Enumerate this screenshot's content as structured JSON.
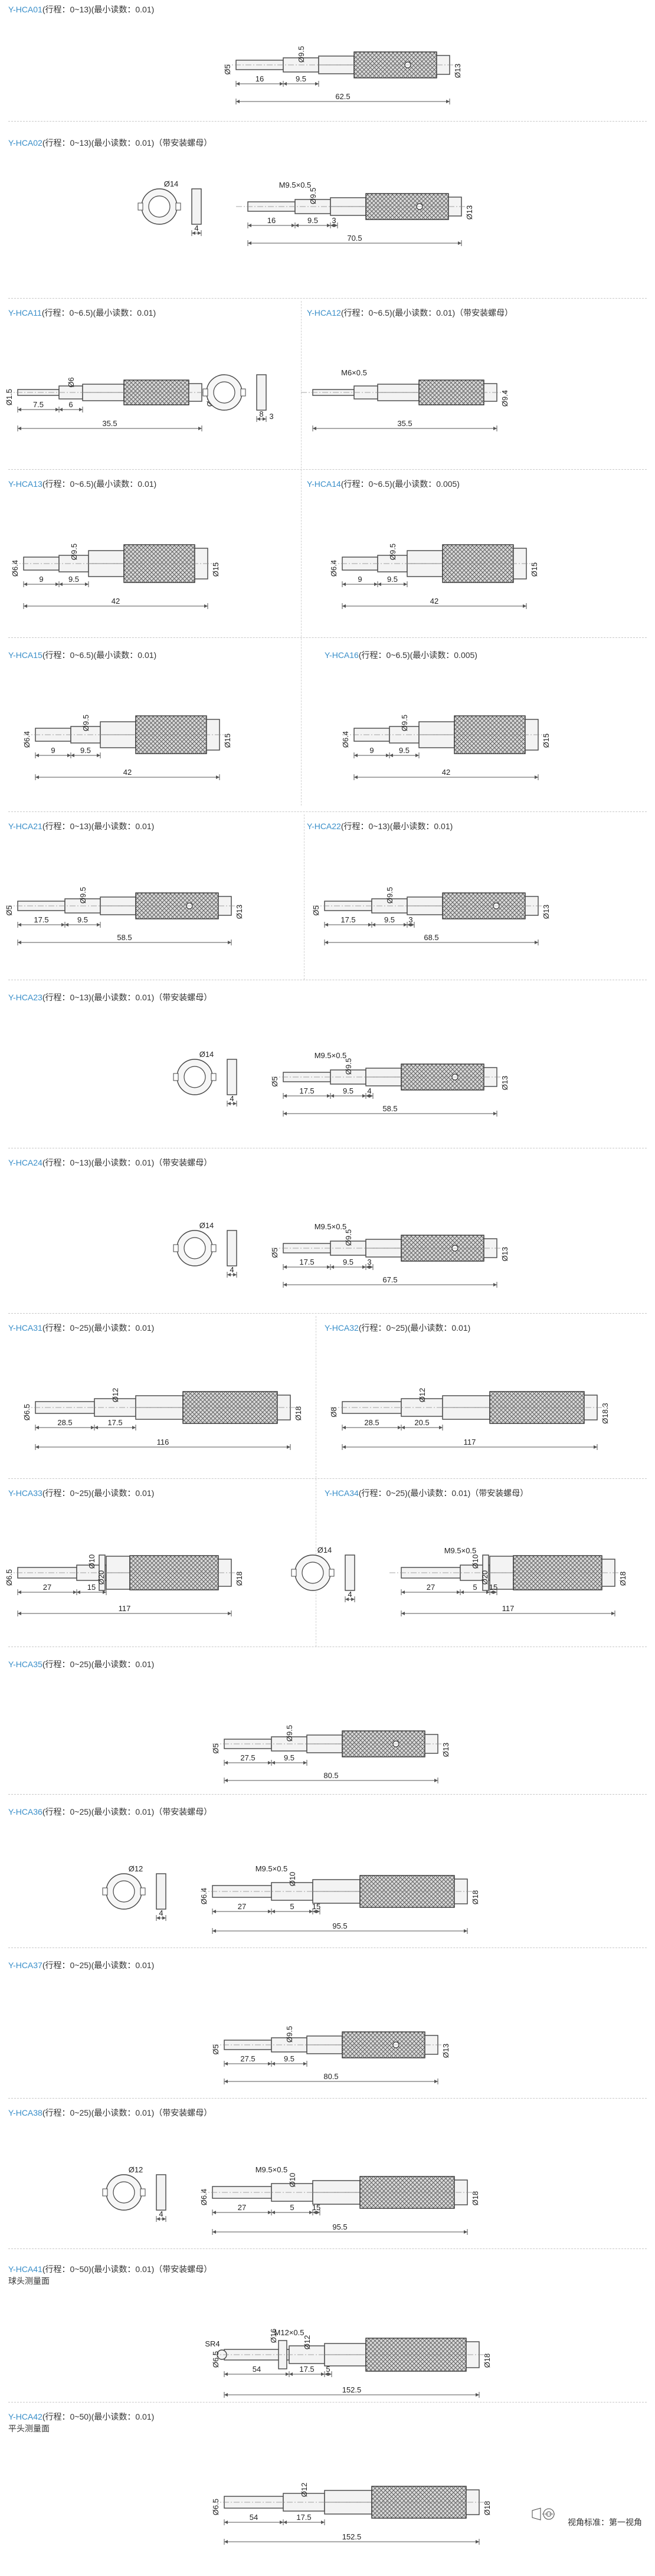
{
  "products": [
    {
      "code": "Y-HCA01",
      "spec": "(行程：0~13)(最小读数：0.01)",
      "dims": {
        "d_left": "Ø5",
        "d_mid": "Ø9.5",
        "d_right": "Ø13",
        "l1": "16",
        "l2": "9.5",
        "total": "62.5"
      }
    },
    {
      "code": "Y-HCA02",
      "spec": "(行程：0~13)(最小读数：0.01)（带安装螺母）",
      "dims": {
        "nut_d": "Ø14",
        "nut_w": "4",
        "thread": "M9.5×0.5",
        "d_mid": "Ø9.5",
        "d_right": "Ø13",
        "l1": "16",
        "l2": "9.5",
        "l3": "3",
        "total": "70.5"
      }
    },
    {
      "code": "Y-HCA11",
      "spec": "(行程：0~6.5)(最小读数：0.01)",
      "dims": {
        "d_left": "Ø1.5",
        "d_mid": "Ø6",
        "d_right": "Ø9.4",
        "l1": "7.5",
        "l2": "6",
        "total": "35.5"
      }
    },
    {
      "code": "Y-HCA12",
      "spec": "(行程：0~6.5)(最小读数：0.01)（带安装螺母）",
      "dims": {
        "thread": "M6×0.5",
        "nut_w": "8",
        "nut_t": "3",
        "d_right": "Ø9.4",
        "total": "35.5"
      }
    },
    {
      "code": "Y-HCA13",
      "spec": "(行程：0~6.5)(最小读数：0.01)",
      "dims": {
        "d_left": "Ø6.4",
        "d_mid": "Ø9.5",
        "d_right": "Ø15",
        "l1": "9",
        "l2": "9.5",
        "total": "42"
      }
    },
    {
      "code": "Y-HCA14",
      "spec": "(行程：0~6.5)(最小读数：0.005)",
      "dims": {
        "d_left": "Ø6.4",
        "d_mid": "Ø9.5",
        "d_right": "Ø15",
        "l1": "9",
        "l2": "9.5",
        "total": "42"
      }
    },
    {
      "code": "Y-HCA15",
      "spec": "(行程：0~6.5)(最小读数：0.01)",
      "dims": {
        "d_left": "Ø6.4",
        "d_mid": "Ø9.5",
        "d_right": "Ø15",
        "l1": "9",
        "l2": "9.5",
        "total": "42"
      }
    },
    {
      "code": "Y-HCA16",
      "spec": "(行程：0~6.5)(最小读数：0.005)",
      "dims": {
        "d_left": "Ø6.4",
        "d_mid": "Ø9.5",
        "d_right": "Ø15",
        "l1": "9",
        "l2": "9.5",
        "total": "42"
      }
    },
    {
      "code": "Y-HCA21",
      "spec": "(行程：0~13)(最小读数：0.01)",
      "dims": {
        "d_left": "Ø5",
        "d_mid": "Ø9.5",
        "d_right": "Ø13",
        "l1": "17.5",
        "l2": "9.5",
        "total": "58.5"
      }
    },
    {
      "code": "Y-HCA22",
      "spec": "(行程：0~13)(最小读数：0.01)",
      "dims": {
        "d_left": "Ø5",
        "d_mid": "Ø9.5",
        "d_right": "Ø13",
        "l1": "17.5",
        "l2": "9.5",
        "l3": "3",
        "total": "68.5"
      }
    },
    {
      "code": "Y-HCA23",
      "spec": "(行程：0~13)(最小读数：0.01)（带安装螺母）",
      "dims": {
        "nut_d": "Ø14",
        "nut_w": "4",
        "thread": "M9.5×0.5",
        "d_left": "Ø5",
        "d_mid": "Ø9.5",
        "d_right": "Ø13",
        "l1": "17.5",
        "l2": "9.5",
        "l3": "4",
        "total": "58.5"
      }
    },
    {
      "code": "Y-HCA24",
      "spec": "(行程：0~13)(最小读数：0.01)（带安装螺母）",
      "dims": {
        "nut_d": "Ø14",
        "nut_w": "4",
        "thread": "M9.5×0.5",
        "d_left": "Ø5",
        "d_mid": "Ø9.5",
        "d_right": "Ø13",
        "l1": "17.5",
        "l2": "9.5",
        "l3": "3",
        "total": "67.5"
      }
    },
    {
      "code": "Y-HCA31",
      "spec": "(行程：0~25)(最小读数：0.01)",
      "dims": {
        "d_left": "Ø6.5",
        "d_mid": "Ø12",
        "d_right": "Ø18",
        "l1": "28.5",
        "l2": "17.5",
        "total": "116"
      }
    },
    {
      "code": "Y-HCA32",
      "spec": "(行程：0~25)(最小读数：0.01)",
      "dims": {
        "d_left": "Ø8",
        "d_mid": "Ø12",
        "d_right": "Ø18.3",
        "l1": "28.5",
        "l2": "20.5",
        "total": "117"
      }
    },
    {
      "code": "Y-HCA33",
      "spec": "(行程：0~25)(最小读数：0.01)",
      "dims": {
        "d_left": "Ø6.5",
        "d_mid": "Ø10",
        "d_mid2": "Ø20",
        "d_right": "Ø18",
        "l1": "27",
        "l2": "15",
        "total": "117"
      }
    },
    {
      "code": "Y-HCA34",
      "spec": "(行程：0~25)(最小读数：0.01)（带安装螺母）",
      "dims": {
        "nut_d": "Ø14",
        "nut_w": "4",
        "thread": "M9.5×0.5",
        "d_mid": "Ø10",
        "d_mid2": "Ø20",
        "d_right": "Ø18",
        "l1": "27",
        "l2": "5",
        "l3": "15",
        "total": "117"
      }
    },
    {
      "code": "Y-HCA35",
      "spec": "(行程：0~25)(最小读数：0.01)",
      "dims": {
        "d_left": "Ø5",
        "d_mid": "Ø9.5",
        "d_right": "Ø13",
        "l1": "27.5",
        "l2": "9.5",
        "total": "80.5"
      }
    },
    {
      "code": "Y-HCA36",
      "spec": "(行程：0~25)(最小读数：0.01)（带安装螺母）",
      "dims": {
        "nut_d": "Ø12",
        "nut_w": "4",
        "thread": "M9.5×0.5",
        "d_left": "Ø6.4",
        "d_mid": "Ø10",
        "d_right": "Ø18",
        "l1": "27",
        "l2": "5",
        "l3": "15",
        "total": "95.5"
      }
    },
    {
      "code": "Y-HCA37",
      "spec": "(行程：0~25)(最小读数：0.01)",
      "dims": {
        "d_left": "Ø5",
        "d_mid": "Ø9.5",
        "d_right": "Ø13",
        "l1": "27.5",
        "l2": "9.5",
        "total": "80.5"
      }
    },
    {
      "code": "Y-HCA38",
      "spec": "(行程：0~25)(最小读数：0.01)（带安装螺母）",
      "dims": {
        "nut_d": "Ø12",
        "nut_w": "4",
        "thread": "M9.5×0.5",
        "d_left": "Ø6.4",
        "d_mid": "Ø10",
        "d_right": "Ø18",
        "l1": "27",
        "l2": "5",
        "l3": "15",
        "total": "95.5"
      }
    },
    {
      "code": "Y-HCA41",
      "spec": "(行程：0~50)(最小读数：0.01)（带安装螺母）",
      "note": "球头测量面",
      "dims": {
        "sr": "SR4",
        "d_left": "Ø6.5",
        "d_nut": "Ø16",
        "d_mid": "Ø12",
        "d_right": "Ø18",
        "l1": "54",
        "l2": "17.5",
        "l3": "5",
        "thread": "M12×0.5",
        "total": "152.5"
      }
    },
    {
      "code": "Y-HCA42",
      "spec": "(行程：0~50)(最小读数：0.01)",
      "note": "平头测量面",
      "dims": {
        "d_left": "Ø6.5",
        "d_mid": "Ø12",
        "d_right": "Ø18",
        "l1": "54",
        "l2": "17.5",
        "total": "152.5"
      }
    }
  ],
  "footer": {
    "label": "视角标准：第一视角"
  }
}
